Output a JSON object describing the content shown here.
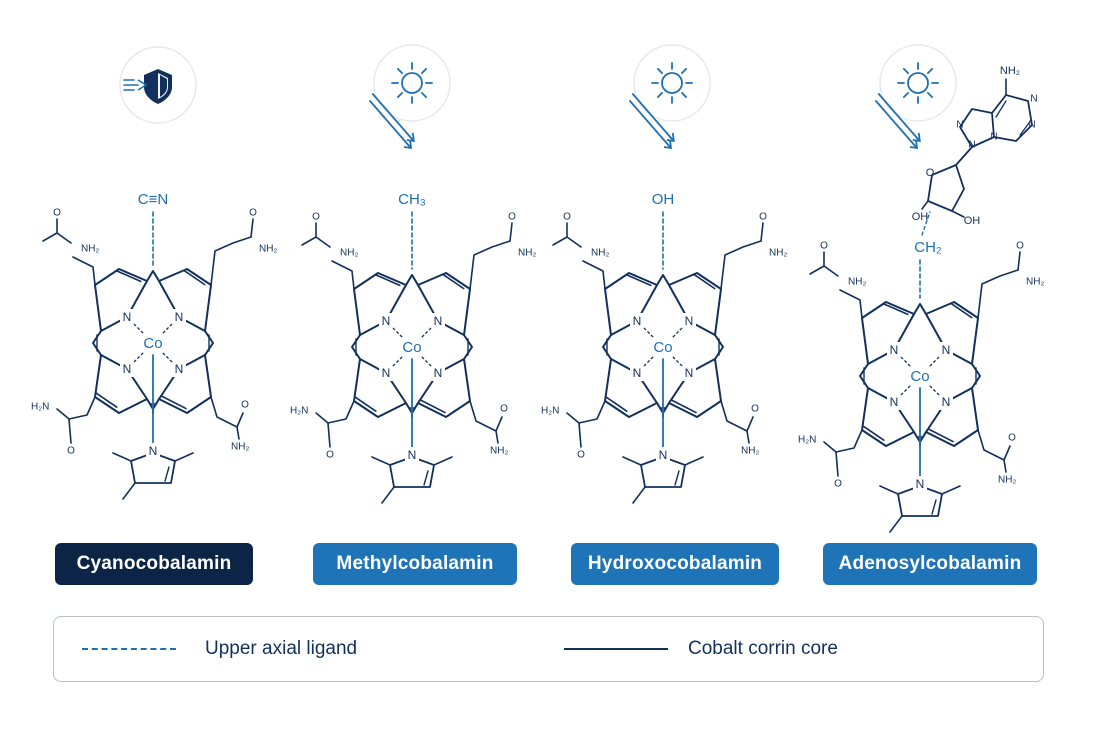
{
  "colors": {
    "navy": "#12305c",
    "dark_badge": "#0c2547",
    "blue_badge": "#1f73b7",
    "ligand_blue": "#1f6fb2",
    "icon_circle": "#e4e8ee"
  },
  "panels": [
    {
      "name": "Cyanocobalamin",
      "ligand": "C≡N",
      "icon": "shield-icon",
      "badge_style": "dark",
      "sidechain_labels": [
        "NH₂",
        "NH₂",
        "H₂N",
        "NH₂"
      ]
    },
    {
      "name": "Methylcobalamin",
      "ligand": "CH₃",
      "icon": "sun-icon",
      "badge_style": "blue",
      "sidechain_labels": [
        "NH₂",
        "NH₂",
        "H₂N",
        "NH₂"
      ]
    },
    {
      "name": "Hydroxocobalamin",
      "ligand": "OH",
      "icon": "sun-icon",
      "badge_style": "blue",
      "sidechain_labels": [
        "NH₂",
        "NH₂",
        "H₂N",
        "NH₂"
      ]
    },
    {
      "name": "Adenosylcobalamin",
      "ligand": "CH₂",
      "icon": "sun-icon",
      "badge_style": "blue",
      "sidechain_labels": [
        "NH₂",
        "NH₂",
        "H₂N",
        "NH₂"
      ],
      "adenosyl": {
        "amine": "NH₂",
        "hydroxyl_1": "OH",
        "hydroxyl_2": "OH"
      }
    }
  ],
  "atoms": {
    "cobalt": "Co",
    "nitrogen": "N",
    "oxygen": "O"
  },
  "legend": {
    "dashed_label": "Upper axial ligand",
    "solid_label": "Cobalt corrin core"
  }
}
